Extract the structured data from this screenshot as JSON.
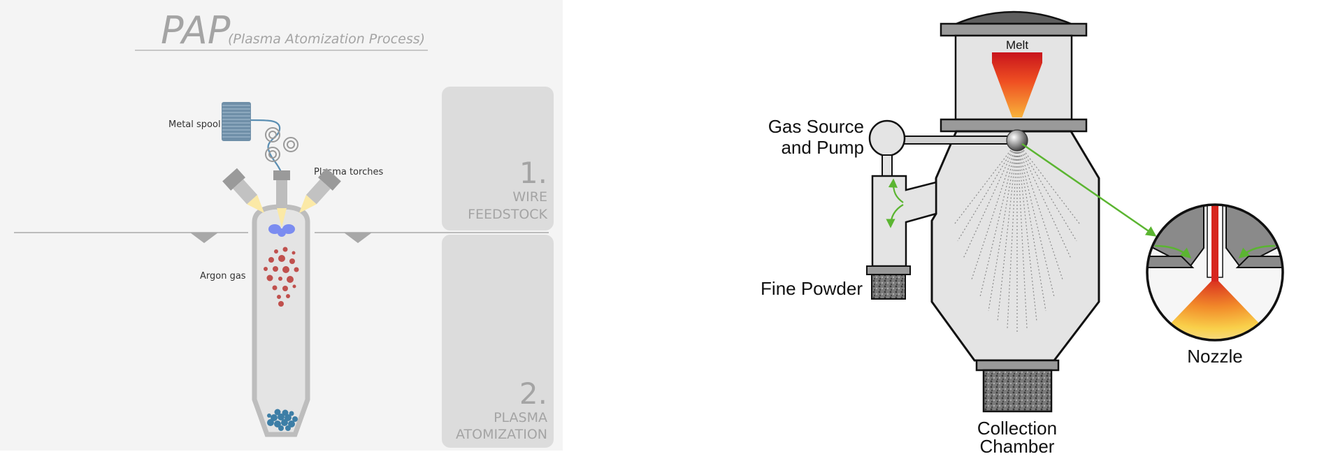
{
  "left_panel": {
    "title": "PAP",
    "subtitle": "(Plasma Atomization Process)",
    "labels": {
      "metal_spool": "Metal spool",
      "plasma_torches": "Plasma torches",
      "argon_gas": "Argon gas"
    },
    "steps": [
      {
        "number": "1.",
        "line1": "WIRE",
        "line2": "FEEDSTOCK"
      },
      {
        "number": "2.",
        "line1": "PLASMA",
        "line2": "ATOMIZATION"
      }
    ]
  },
  "right_panel": {
    "labels": {
      "melt": "Melt",
      "gas_source_line1": "Gas Source",
      "gas_source_line2": "and Pump",
      "fine_powder": "Fine Powder",
      "nozzle": "Nozzle",
      "collection_line1": "Collection",
      "collection_line2": "Chamber"
    }
  },
  "colors": {
    "left_background": "#f4f4f4",
    "step_panel": "#dcdcdc",
    "chamber_gray": "#e6e6e6",
    "droplet_red": "#c0504d",
    "powder_blue": "#3d7ea6",
    "plasma_yellow": "#fbe9a6",
    "plasma_blue": "#7b8cf0",
    "melt_red": "#d7261e",
    "melt_orange": "#f5a234",
    "arrow_green": "#5bb531"
  }
}
